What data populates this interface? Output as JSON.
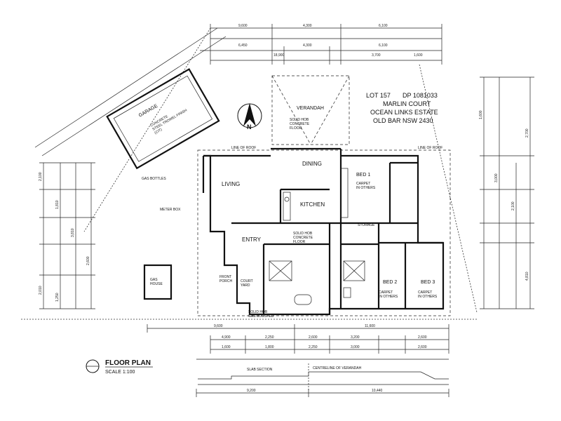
{
  "title_block": {
    "lot": "LOT 157",
    "dp": "DP 1081033",
    "street": "MARLIN COURT",
    "estate": "OCEAN LINKS ESTATE",
    "suburb": "OLD BAR NSW 2430"
  },
  "plan_title": {
    "title": "FLOOR PLAN",
    "scale": "SCALE 1:100"
  },
  "north": "N",
  "rooms": {
    "garage": "GARAGE",
    "garage_floor": "CONCRETE\nSTEEL TROWEL FINISH\n(CIT)",
    "verandah": "VERANDAH",
    "verandah_floor": "SOLID HOB\nCONCRETE\nFLOOR",
    "living": "LIVING",
    "dining": "DINING",
    "kitchen": "KITCHEN",
    "kitchen_floor": "SOLID HOB\nCONCRETE\nFLOOR",
    "entry": "ENTRY",
    "bed1": "BED 1",
    "bed1_floor": "CARPET\nIN OTHERS",
    "bed2": "BED 2",
    "bed2_floor": "CARPET\nIN OTHERS",
    "bed3": "BED 3",
    "bed3_floor": "CARPET\nIN OTHERS",
    "storage": "STORAGE",
    "court_yard": "COURT\nYARD",
    "front_porch": "FRONT\nPORCH",
    "gas_house": "GAS\nHOUSE"
  },
  "notes": {
    "eave_lines": "LINE OF ROOF",
    "meter_box": "METER BOX",
    "gas_bottles": "GAS BOTTLES",
    "solid_hob": "SOLID HOB\nGAS BOOSTED",
    "section": "SLAB SECTION",
    "centreline": "CENTRELINE OF VERANDAH"
  },
  "dims": {
    "top_row1": [
      "9,600",
      "4,300",
      "6,100"
    ],
    "top_row2": [
      "6,450",
      "4,300",
      "6,100"
    ],
    "top_row3": [
      "18,900",
      "3,700",
      "1,600"
    ],
    "bottom_row1": [
      "9,600",
      "11,600"
    ],
    "bottom_row2": [
      "4,900",
      "2,250",
      "2,600",
      "3,200",
      "2,600"
    ],
    "bottom_row3": [
      "1,600",
      "1,800",
      "2,250",
      "3,000",
      "2,600"
    ],
    "section_row": [
      "9,200",
      "10,440"
    ],
    "left_col": [
      "2,100",
      "1,810",
      "3,810",
      "2,600",
      "2,010",
      "1,250"
    ],
    "right_col": [
      "1,600",
      "3,000",
      "2,100",
      "2,700",
      "4,810"
    ]
  }
}
